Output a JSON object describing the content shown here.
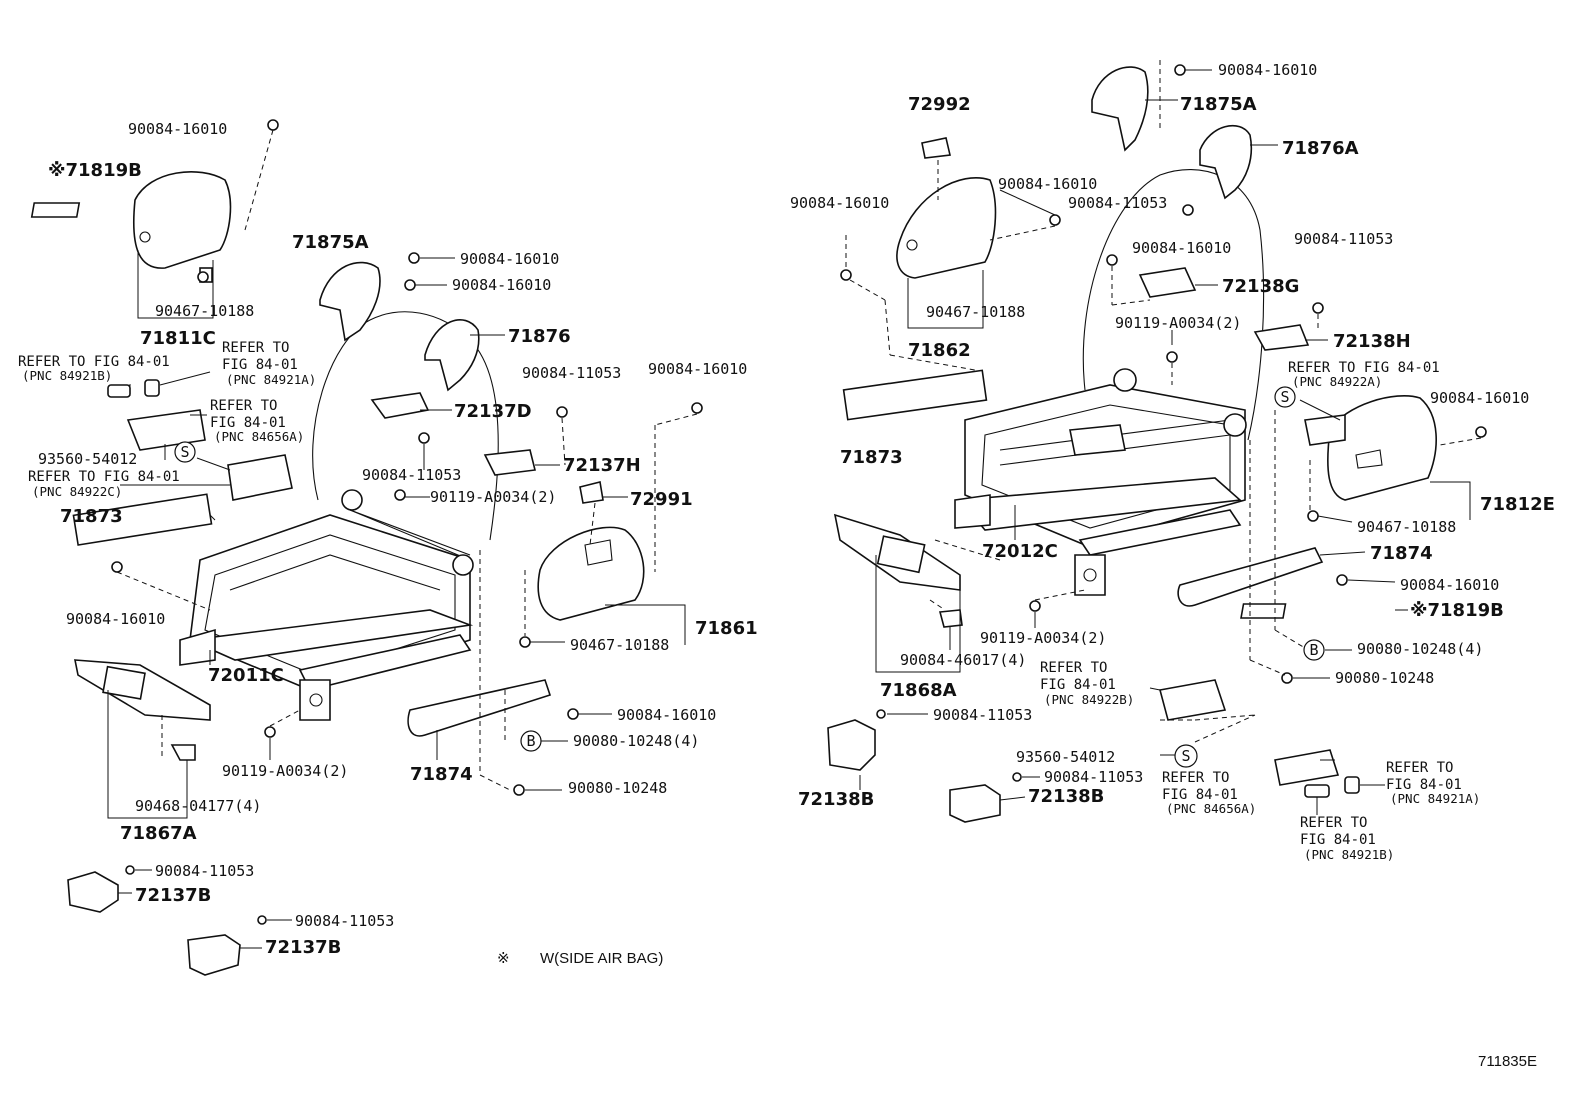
{
  "labels": {
    "p90084_16010_a": "90084-16010",
    "p71819B_left": "※71819B",
    "p71875A_left": "71875A",
    "p90084_16010_b": "90084-16010",
    "p90084_16010_c": "90084-16010",
    "p90467_10188_a": "90467-10188",
    "p71811C": "71811C",
    "p71876": "71876",
    "p90084_11053_a": "90084-11053",
    "p90084_16010_d": "90084-16010",
    "p72137D": "72137D",
    "p93560_54012_a": "93560-54012",
    "p90084_11053_b": "90084-11053",
    "p72137H": "72137H",
    "p90119_A0034_a": "90119-A0034(2)",
    "p72991": "72991",
    "p71873_left": "71873",
    "p90084_16010_e": "90084-16010",
    "p72011C": "72011C",
    "p71861": "71861",
    "p90467_10188_b": "90467-10188",
    "p90084_16010_f": "90084-16010",
    "p90080_10248_a": "90080-10248(4)",
    "p90119_A0034_b": "90119-A0034(2)",
    "p71874_left": "71874",
    "p90080_10248_b": "90080-10248",
    "p90468_04177": "90468-04177(4)",
    "p71867A": "71867A",
    "p90084_11053_c": "90084-11053",
    "p72137B_a": "72137B",
    "p90084_11053_d": "90084-11053",
    "p72137B_b": "72137B",
    "p90084_16010_g": "90084-16010",
    "p71875A_right": "71875A",
    "p72992": "72992",
    "p71876A": "71876A",
    "p90084_16010_h": "90084-16010",
    "p90084_16010_i": "90084-16010",
    "p90084_11053_e": "90084-11053",
    "p90084_16010_j": "90084-16010",
    "p90084_11053_f": "90084-11053",
    "p72138G": "72138G",
    "p90467_10188_c": "90467-10188",
    "p71862": "71862",
    "p90119_A0034_c": "90119-A0034(2)",
    "p72138H": "72138H",
    "p90084_16010_k": "90084-16010",
    "p71873_right": "71873",
    "p71812E": "71812E",
    "p90467_10188_d": "90467-10188",
    "p72012C": "72012C",
    "p71874_right": "71874",
    "p90084_16010_l": "90084-16010",
    "p71819B_right": "※71819B",
    "p90119_A0034_d": "90119-A0034(2)",
    "p90080_10248_c": "90080-10248(4)",
    "p90084_46017": "90084-46017(4)",
    "p90080_10248_d": "90080-10248",
    "p71868A": "71868A",
    "p90084_11053_g": "90084-11053",
    "p93560_54012_b": "93560-54012",
    "p90084_11053_h": "90084-11053",
    "p72138B_a": "72138B",
    "p72138B_b": "72138B"
  },
  "refs": {
    "r1": {
      "l1": "REFER TO FIG 84-01",
      "pnc": "(PNC 84921B)"
    },
    "r2": {
      "l1": "REFER TO",
      "l2": "FIG 84-01",
      "pnc": "(PNC 84921A)"
    },
    "r3": {
      "l1": "REFER TO",
      "l2": "FIG 84-01",
      "pnc": "(PNC 84656A)"
    },
    "r4": {
      "l1": "REFER TO FIG 84-01",
      "pnc": "(PNC 84922C)"
    },
    "r5": {
      "l1": "REFER TO FIG 84-01",
      "pnc": "(PNC 84922A)"
    },
    "r6": {
      "l1": "REFER TO",
      "l2": "FIG 84-01",
      "pnc": "(PNC 84922B)"
    },
    "r7": {
      "l1": "REFER TO",
      "l2": "FIG 84-01",
      "pnc": "(PNC 84656A)"
    },
    "r8": {
      "l1": "REFER TO",
      "l2": "FIG 84-01",
      "pnc": "(PNC 84921A)"
    },
    "r9": {
      "l1": "REFER TO",
      "l2": "FIG 84-01",
      "pnc": "(PNC 84921B)"
    }
  },
  "symbols": {
    "s": "S",
    "b": "B"
  },
  "note": {
    "mark": "※",
    "text": "W(SIDE AIR BAG)"
  },
  "figure_code": "711835E"
}
